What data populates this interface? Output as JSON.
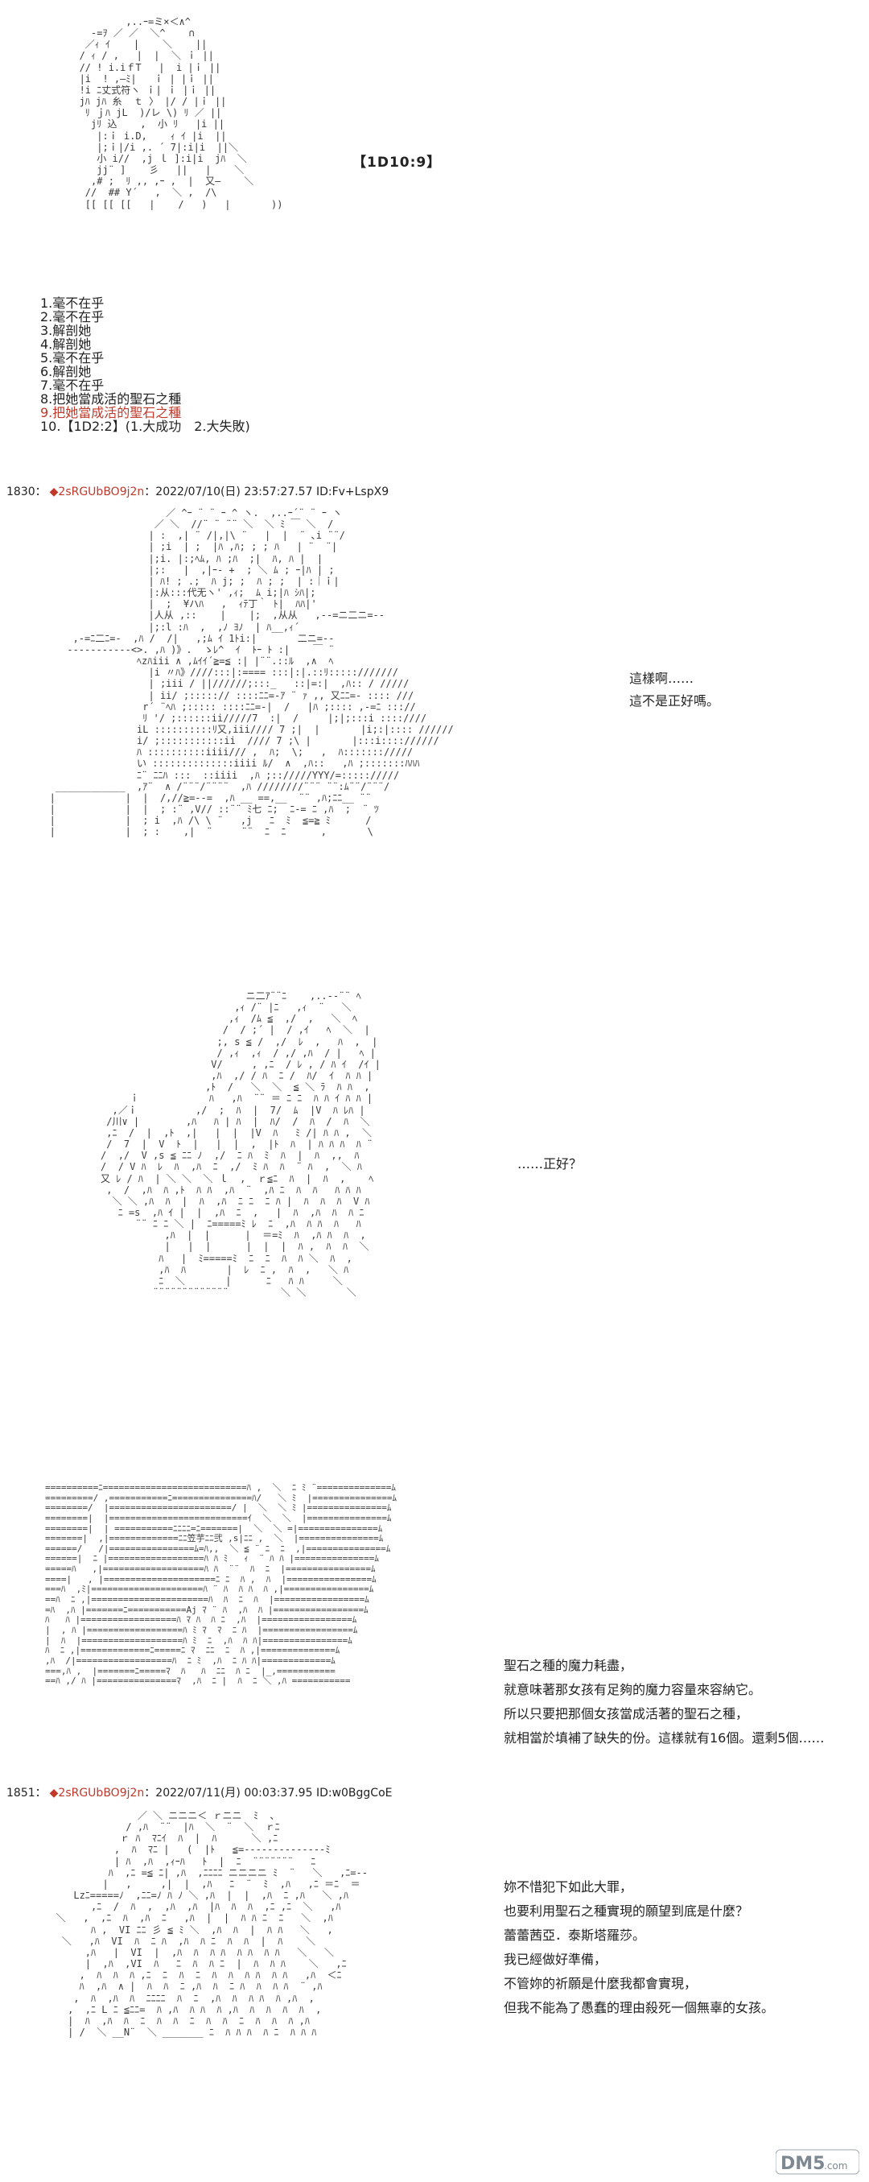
{
  "top": {
    "badge": "【1D10:9】",
    "vote_options": [
      "1.毫不在乎",
      "2.毫不在乎",
      "3.解剖她",
      "4.解剖她",
      "5.毫不在乎",
      "6.解剖她",
      "7.毫不在乎",
      "8.把她當成活的聖石之種",
      "9.把她當成活的聖石之種",
      "10.【1D2:2】(1.大成功　2.大失敗)"
    ],
    "highlight_index": 8,
    "highlight_color": "#c0392b"
  },
  "posts": [
    {
      "number": "1830：",
      "trip": "◆2sRGUbBO9j2n",
      "meta": "：2022/07/10(日) 23:57:27.57 ID:Fv+LspX9",
      "panels": [
        {
          "lines": [
            "這樣啊……",
            "這不是正好嗎。"
          ]
        },
        {
          "lines": [
            "……正好？"
          ]
        },
        {
          "lines": [
            "聖石之種的魔力耗盡，",
            "就意味著那女孩有足夠的魔力容量來容納它。",
            "所以只要把那個女孩當成活著的聖石之種，",
            "就相當於填補了缺失的份。這樣就有16個。還剩5個……"
          ]
        }
      ]
    },
    {
      "number": "1851：",
      "trip": "◆2sRGUbBO9j2n",
      "meta": "：2022/07/11(月) 00:03:37.95 ID:w0BggCoE",
      "panels": [
        {
          "lines": [
            "妳不惜犯下如此大罪，",
            "也要利用聖石之種實現的願望到底是什麼？",
            "蕾蕾茜亞．泰斯塔羅莎。",
            "我已經做好準備，",
            "不管妳的祈願是什麼我都會實現，",
            "但我不能為了愚蠢的理由殺死一個無辜的女孩。"
          ]
        }
      ]
    }
  ],
  "watermark": {
    "text": "DM5",
    "suffix": ".com"
  }
}
